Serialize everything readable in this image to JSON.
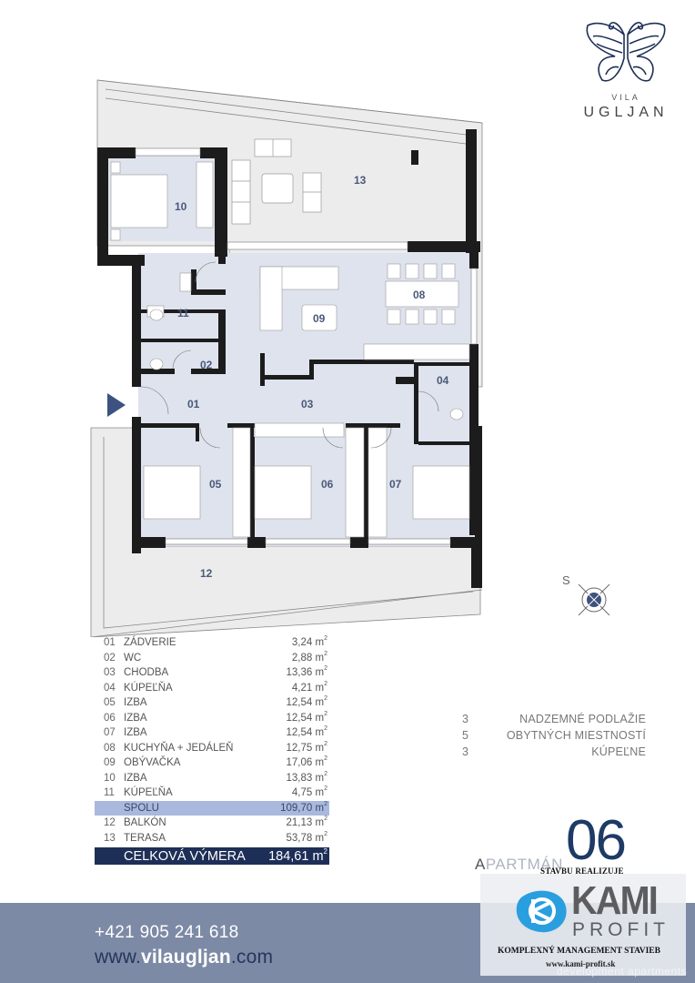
{
  "brand": {
    "vila": "VILA",
    "name": "UGLJAN",
    "logo_icon": "butterfly-icon",
    "color": "#1e2f57"
  },
  "plan": {
    "rooms": [
      {
        "id": "01",
        "label": "01"
      },
      {
        "id": "02",
        "label": "02"
      },
      {
        "id": "03",
        "label": "03"
      },
      {
        "id": "04",
        "label": "04"
      },
      {
        "id": "05",
        "label": "05"
      },
      {
        "id": "06",
        "label": "06"
      },
      {
        "id": "07",
        "label": "07"
      },
      {
        "id": "08",
        "label": "08"
      },
      {
        "id": "09",
        "label": "09"
      },
      {
        "id": "10",
        "label": "10"
      },
      {
        "id": "11",
        "label": "11"
      },
      {
        "id": "12",
        "label": "12"
      },
      {
        "id": "13",
        "label": "13"
      }
    ],
    "compass_label": "S",
    "entrance_icon": "entrance-arrow-icon",
    "colors": {
      "interior": "#dfe3ee",
      "exterior": "#ececec",
      "wall": "#1c1c1c",
      "label": "#4a5878"
    }
  },
  "areas": {
    "unit": "m",
    "unit_exp": "2",
    "rows": [
      {
        "num": "01",
        "name": "ZÁDVERIE",
        "value": "3,24"
      },
      {
        "num": "02",
        "name": "WC",
        "value": "2,88"
      },
      {
        "num": "03",
        "name": "CHODBA",
        "value": "13,36"
      },
      {
        "num": "04",
        "name": "KÚPEĽŇA",
        "value": "4,21"
      },
      {
        "num": "05",
        "name": "IZBA",
        "value": "12,54"
      },
      {
        "num": "06",
        "name": "IZBA",
        "value": "12,54"
      },
      {
        "num": "07",
        "name": "IZBA",
        "value": "12,54"
      },
      {
        "num": "08",
        "name": "KUCHYŇA + JEDÁLEŇ",
        "value": "12,75"
      },
      {
        "num": "09",
        "name": "OBÝVAČKA",
        "value": "17,06"
      },
      {
        "num": "10",
        "name": "IZBA",
        "value": "13,83"
      },
      {
        "num": "11",
        "name": "KÚPEĽŇA",
        "value": "4,75"
      }
    ],
    "subtotal": {
      "name": "SPOLU",
      "value": "109,70"
    },
    "outdoor": [
      {
        "num": "12",
        "name": "BALKÓN",
        "value": "21,13"
      },
      {
        "num": "13",
        "name": "TERASA",
        "value": "53,78"
      }
    ],
    "total": {
      "name": "CELKOVÁ VÝMERA",
      "value": "184,61"
    },
    "colors": {
      "subtotal_bg": "#a9b9dd",
      "total_bg": "#1e2f57"
    }
  },
  "summary": [
    {
      "num": "3",
      "text": "NADZEMNÉ PODLAŽIE"
    },
    {
      "num": "5",
      "text": "OBYTNÝCH MIESTNOSTÍ"
    },
    {
      "num": "3",
      "text": "KÚPEĽNE"
    }
  ],
  "apartment": {
    "first_letter": "A",
    "rest": "PARTMÁN",
    "number": "06"
  },
  "footer": {
    "phone": "+421 905 241 618",
    "web_prefix": "www.",
    "web_bold": "vilaugljan",
    "web_suffix": ".com",
    "bg": "#7d8aa6"
  },
  "builder": {
    "heading": "STAVBU REALIZUJE",
    "name_top": "KAMI",
    "name_bottom": "PROFIT",
    "tagline": "KOMPLEXNÝ MANAGEMENT STAVIEB",
    "website": "www.kami-profit.sk",
    "ghost_text": "development apartments",
    "logo_icon": "kami-profit-logo-icon",
    "accent": "#2a9fe0"
  }
}
